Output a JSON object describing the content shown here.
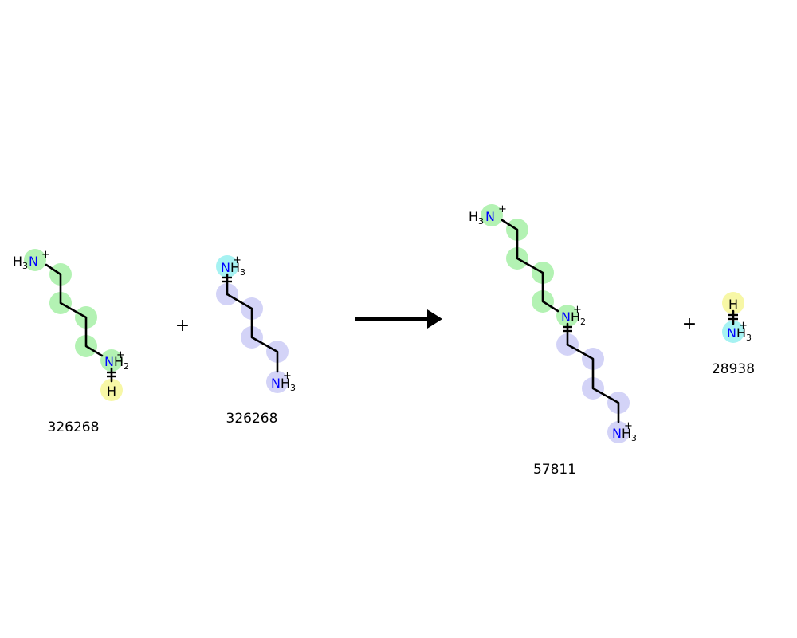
{
  "colors": {
    "bond": "#000000",
    "nitrogen": "#0000ff",
    "hydrogen": "#000000",
    "highlight_green": "#b3f2b3",
    "highlight_lavender": "#d3d3f7",
    "highlight_cyan": "#a6f2f2",
    "highlight_yellow": "#f7f7a6"
  },
  "reaction": {
    "plus_sign": "+",
    "arrow_direction": "right",
    "reactants": [
      {
        "label": "326268",
        "atoms": [
          {
            "prefix": "H",
            "prefix_sub": "3",
            "element": "N",
            "charge": "+"
          },
          {
            "element": "N",
            "suffix": "H",
            "suffix_sub": "2",
            "charge": "+"
          },
          {
            "element": "H"
          }
        ]
      },
      {
        "label": "326268",
        "atoms": [
          {
            "element": "N",
            "suffix": "H",
            "suffix_sub": "3",
            "charge": "+"
          },
          {
            "element": "N",
            "suffix": "H",
            "suffix_sub": "3",
            "charge": "+"
          }
        ]
      }
    ],
    "products": [
      {
        "label": "57811",
        "atoms": [
          {
            "prefix": "H",
            "prefix_sub": "3",
            "element": "N",
            "charge": "+"
          },
          {
            "element": "N",
            "suffix": "H",
            "suffix_sub": "2",
            "charge": "+"
          },
          {
            "element": "N",
            "suffix": "H",
            "suffix_sub": "3",
            "charge": "+"
          }
        ]
      },
      {
        "label": "28938",
        "atoms": [
          {
            "element": "H"
          },
          {
            "element": "N",
            "suffix": "H",
            "suffix_sub": "3",
            "charge": "+"
          }
        ]
      }
    ]
  }
}
